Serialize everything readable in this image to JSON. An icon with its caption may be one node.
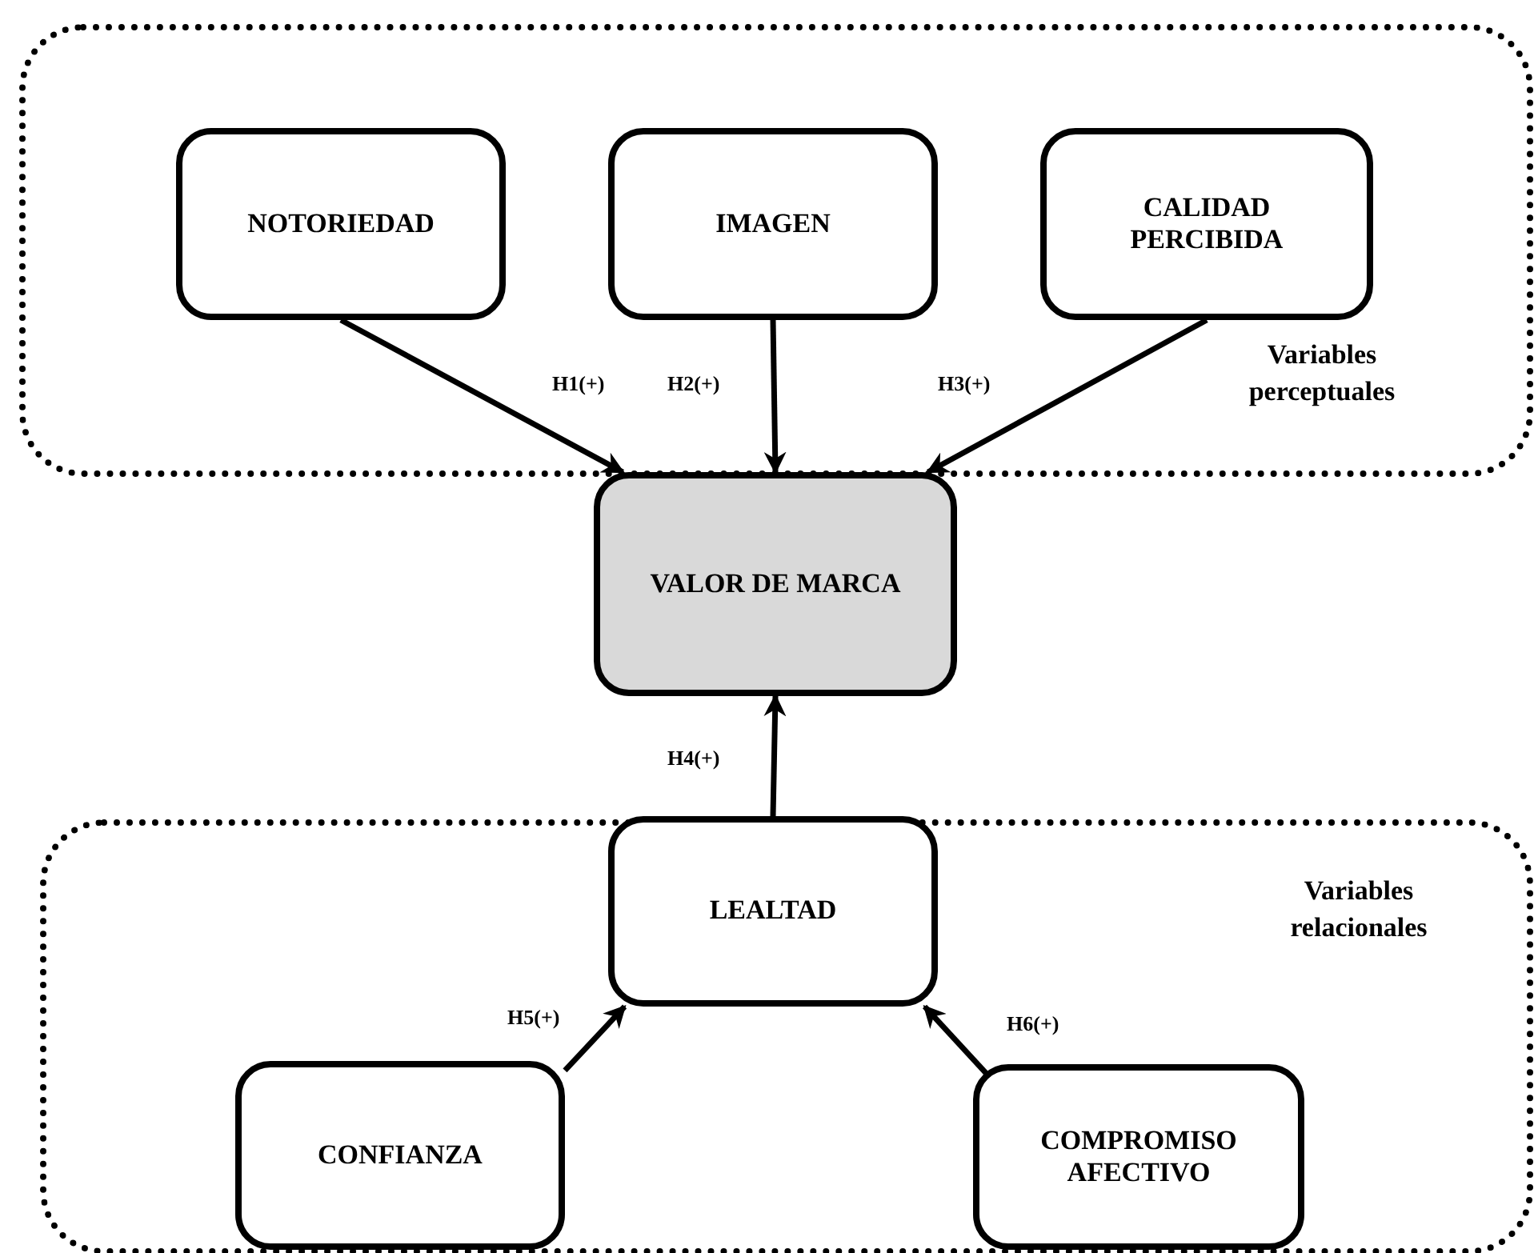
{
  "diagram": {
    "nodes": [
      {
        "text": [
          "Variables perceptuales"
        ]
      },
      {
        "text": [
          "NOTORIEDAD"
        ],
        "in": 0
      },
      {
        "text": [
          "IMAGEN"
        ],
        "in": 0
      },
      {
        "text": [
          "CALIDAD PERCIBIDA"
        ],
        "in": 0
      },
      {
        "text": [
          "VALOR DE MARCA"
        ]
      },
      {
        "text": [
          "Variables relacionales"
        ]
      },
      {
        "text": [
          "LEALTAD"
        ],
        "in": 5
      },
      {
        "text": [
          "CONFIANZA"
        ],
        "in": 5
      },
      {
        "text": [
          "COMPROMISO AFECTIVO"
        ],
        "in": 5
      }
    ],
    "edges": [
      {
        "from": 1,
        "to": 4,
        "arrow": "to",
        "label": "H1(+)"
      },
      {
        "from": 2,
        "to": 4,
        "arrow": "to",
        "label": "H2(+)"
      },
      {
        "from": 3,
        "to": 4,
        "arrow": "to",
        "label": "H3(+)"
      },
      {
        "from": 6,
        "to": 4,
        "arrow": "to",
        "label": "H4(+)"
      },
      {
        "from": 7,
        "to": 6,
        "arrow": "to",
        "label": "H5(+)"
      },
      {
        "from": 8,
        "to": 6,
        "arrow": "to",
        "label": "H6(+)"
      }
    ]
  }
}
